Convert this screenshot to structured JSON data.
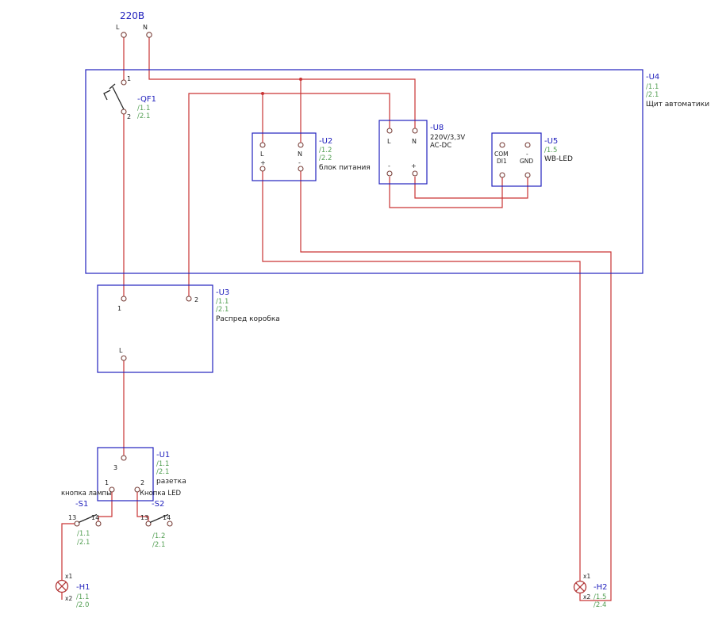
{
  "colors": {
    "wire": "#c93434",
    "component_box": "#2121bd",
    "component_name": "#2121bd",
    "cross_reference": "#55a055",
    "text": "#1c1c1c",
    "terminal": "#79403a",
    "lamp_symbol": "#b23535"
  },
  "supply": {
    "voltage": "220В",
    "l": "L",
    "n": "N"
  },
  "qf1": {
    "name": "-QF1",
    "ref1": "/1.1",
    "ref2": "/2.1",
    "pin1": "1",
    "pin2": "2"
  },
  "u4": {
    "name": "-U4",
    "ref1": "/1.1",
    "ref2": "/2.1",
    "desc": "Щит автоматики"
  },
  "u2": {
    "name": "-U2",
    "ref1": "/1.2",
    "ref2": "/2.2",
    "desc": "блок питания",
    "pin_tl": "L",
    "pin_tr": "N",
    "pin_bl": "+",
    "pin_br": "-"
  },
  "u8": {
    "name": "-U8",
    "desc1": "220V/3,3V",
    "desc2": "AC-DC",
    "pin_tl": "L",
    "pin_tr": "N",
    "pin_bl": "-",
    "pin_br": "+"
  },
  "u5": {
    "name": "-U5",
    "ref1": "/1.5",
    "desc": "WB-LED",
    "pin_l1": "COM",
    "pin_l2": "DI1",
    "pin_r1": "-",
    "pin_r2": "GND"
  },
  "u3": {
    "name": "-U3",
    "ref1": "/1.1",
    "ref2": "/2.1",
    "desc": "Распред коробка",
    "pin1": "1",
    "pin2": "2",
    "pinL": "L"
  },
  "u1": {
    "name": "-U1",
    "ref1": "/1.1",
    "ref2": "/2.1",
    "desc": "разетка",
    "pin3": "3",
    "pin1": "1",
    "pin2": "2"
  },
  "s1": {
    "caption": "кнопка лампы",
    "name": "-S1",
    "ref1": "/1.1",
    "ref2": "/2.1",
    "pin13": "13",
    "pin14": "14"
  },
  "s2": {
    "caption": "Кнопка LED",
    "name": "-S2",
    "ref1": "/1.2",
    "ref2": "/2.1",
    "pin13": "13",
    "pin14": "14"
  },
  "h1": {
    "name": "-H1",
    "ref1": "/1.1",
    "ref2": "/2.0",
    "pin_x1": "x1",
    "pin_x2": "x2"
  },
  "h2": {
    "name": "-H2",
    "ref1": "/1.5",
    "ref2": "/2.4",
    "pin_x1": "x1",
    "pin_x2": "x2"
  }
}
